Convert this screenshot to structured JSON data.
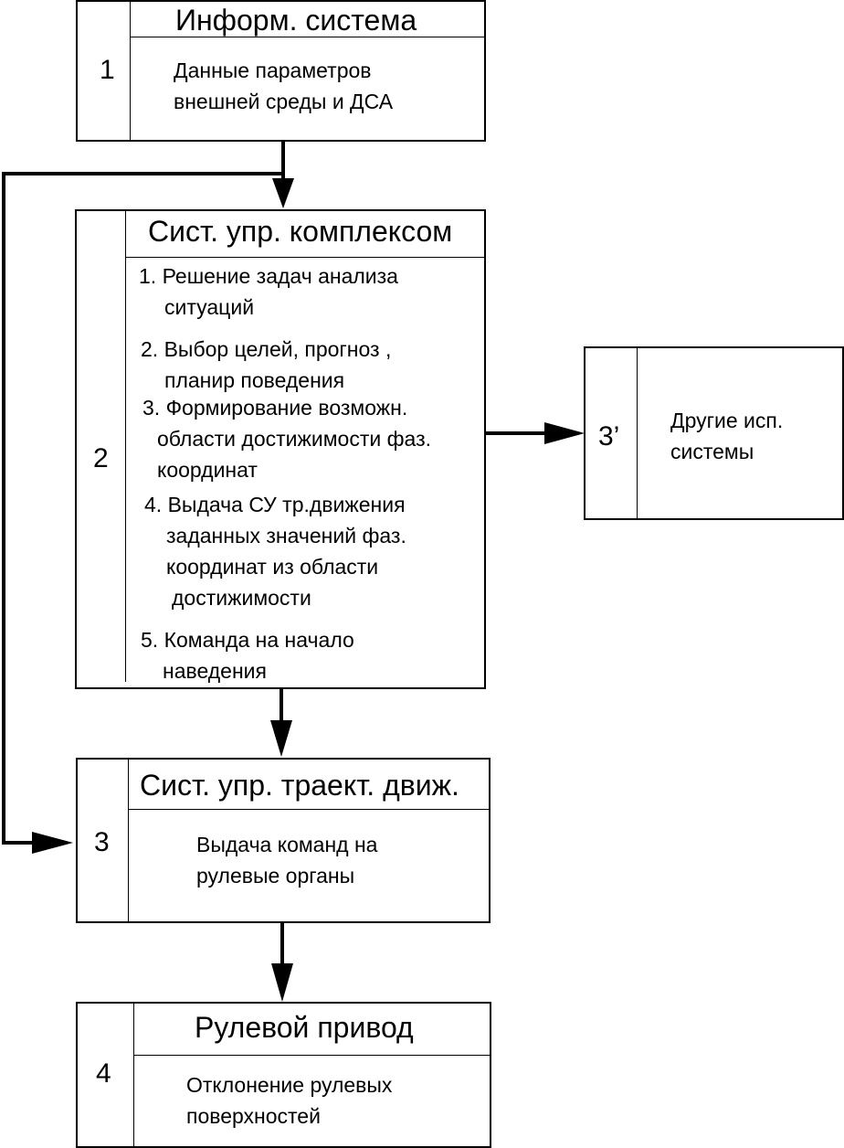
{
  "box1": {
    "number": "1",
    "title": "Информ. система",
    "lines": [
      "Данные параметров",
      "внешней среды и ДСА"
    ]
  },
  "box2": {
    "number": "2",
    "title": "Сист. упр. комплексом",
    "items": [
      [
        "1. Решение задач анализа",
        "ситуаций"
      ],
      [
        "2. Выбор целей, прогноз ,",
        "планир поведения"
      ],
      [
        "3. Формирование возможн.",
        "области достижимости фаз.",
        "координат"
      ],
      [
        "4. Выдача СУ тр.движения",
        "заданных значений фаз.",
        "координат из области",
        "достижимости"
      ],
      [
        "5. Команда на начало",
        "наведения"
      ]
    ]
  },
  "box3prime": {
    "number": "3’",
    "lines": [
      "Другие исп.",
      "системы"
    ]
  },
  "box3": {
    "number": "3",
    "title": "Сист. упр. траект. движ.",
    "lines": [
      "Выдача команд на",
      "рулевые органы"
    ]
  },
  "box4": {
    "number": "4",
    "title": "Рулевой привод",
    "lines": [
      "Отклонение рулевых",
      "поверхностей"
    ]
  }
}
